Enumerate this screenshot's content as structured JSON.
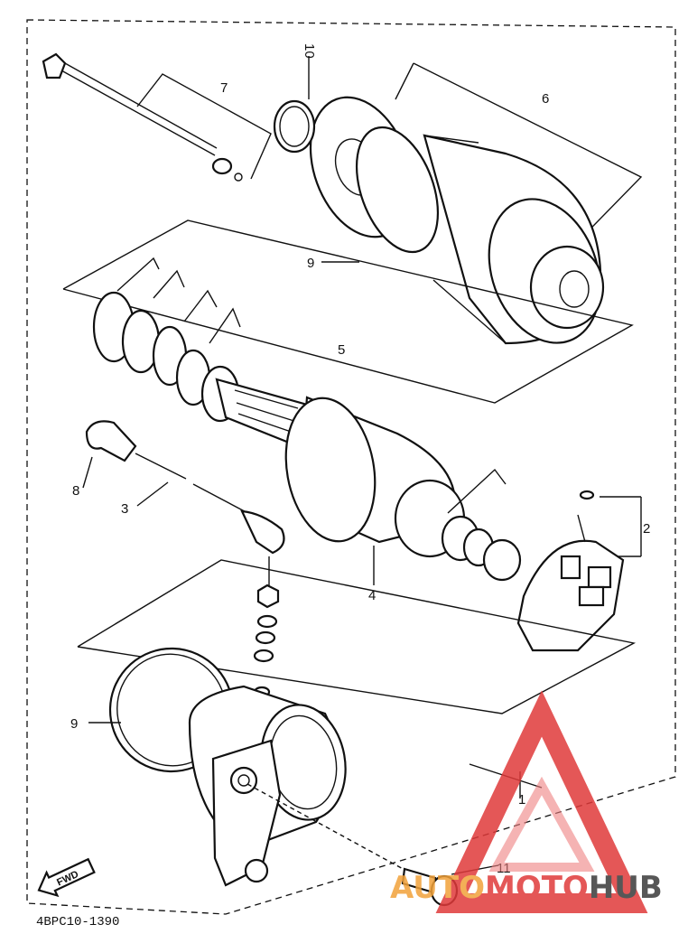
{
  "labels": {
    "c1": "1",
    "c2": "2",
    "c3": "3",
    "c4": "4",
    "c5": "5",
    "c6": "6",
    "c7": "7",
    "c8": "8",
    "c9a": "9",
    "c9b": "9",
    "c10": "10",
    "c11": "11"
  },
  "fwd": "FWD",
  "diagram_code": "4BPC10-1390",
  "watermark": {
    "part1": "AUTO",
    "part2": "MOTO",
    "part3": "HUB",
    "color_red": "#e03a3a",
    "color_orange": "#f2a23a",
    "color_dark": "#3a3a3a"
  }
}
